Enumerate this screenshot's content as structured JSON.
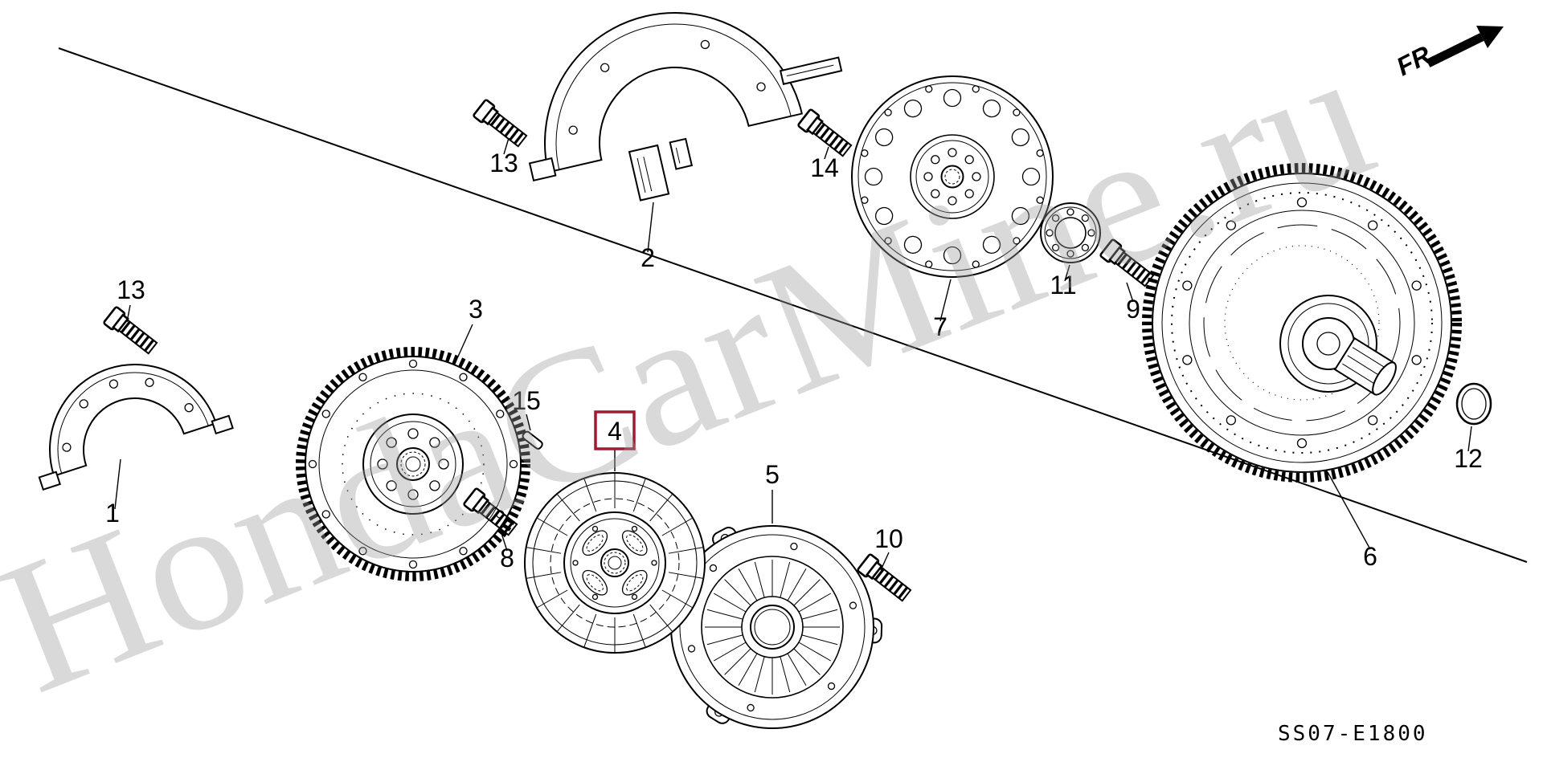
{
  "diagram": {
    "code": "SS07-E1800",
    "direction_label": "FR.",
    "watermark": "HondaCarMine.ru",
    "highlighted_callout": "4",
    "colors": {
      "line": "#000000",
      "highlight_box": "#9e1b32",
      "watermark": "#d7d7d7",
      "background": "#ffffff"
    },
    "callouts": {
      "c1": "1",
      "c2": "2",
      "c3": "3",
      "c4": "4",
      "c5": "5",
      "c6": "6",
      "c7": "7",
      "c8": "8",
      "c9": "9",
      "c10": "10",
      "c11": "11",
      "c12": "12",
      "c13a": "13",
      "c13b": "13",
      "c14": "14",
      "c15": "15"
    }
  }
}
